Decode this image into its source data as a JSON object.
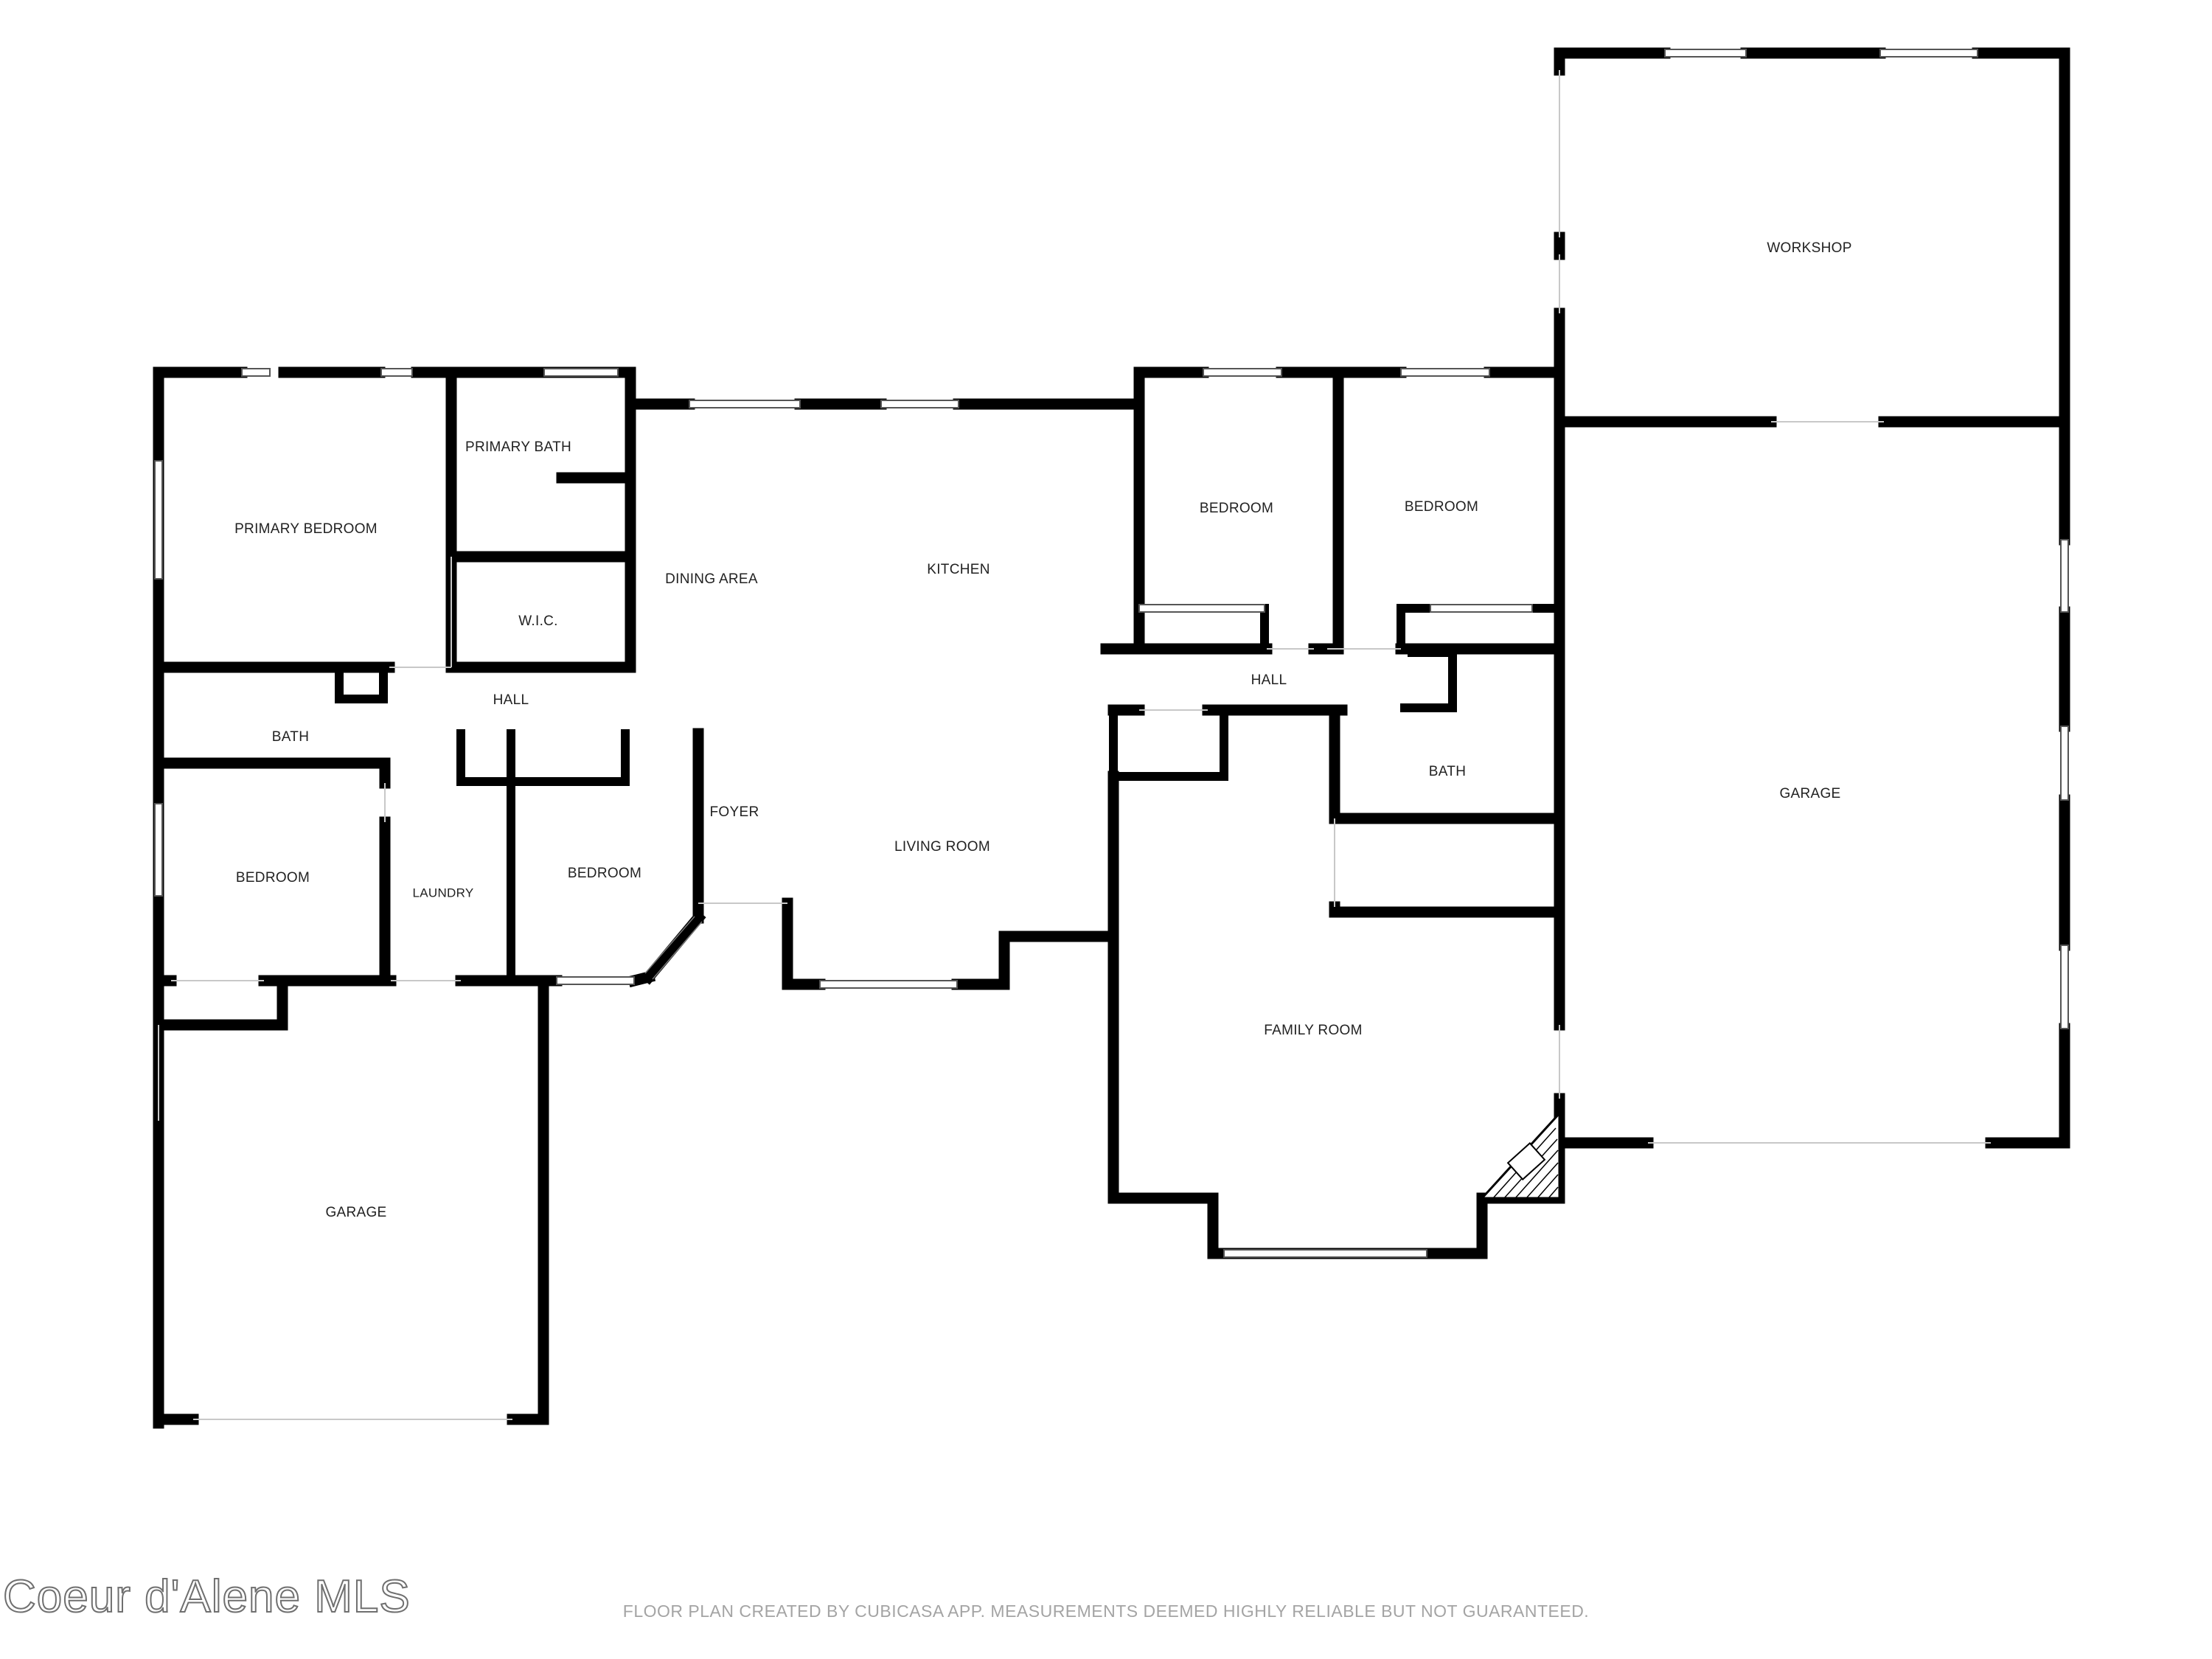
{
  "floor_plan": {
    "rooms": {
      "primary_bedroom": "PRIMARY BEDROOM",
      "primary_bath": "PRIMARY BATH",
      "wic": "W.I.C.",
      "dining_area": "DINING AREA",
      "kitchen": "KITCHEN",
      "hall_west": "HALL",
      "bath_west": "BATH",
      "bedroom_west": "BEDROOM",
      "laundry": "LAUNDRY",
      "bedroom_center": "BEDROOM",
      "foyer": "FOYER",
      "living_room": "LIVING ROOM",
      "garage_west": "GARAGE",
      "bedroom_east_1": "BEDROOM",
      "bedroom_east_2": "BEDROOM",
      "hall_east": "HALL",
      "bath_east": "BATH",
      "family_room": "FAMILY ROOM",
      "workshop": "WORKSHOP",
      "garage_east": "GARAGE"
    }
  },
  "footer": {
    "watermark": "Coeur d'Alene MLS",
    "disclaimer": "FLOOR PLAN CREATED BY CUBICASA APP. MEASUREMENTS DEEMED HIGHLY RELIABLE BUT NOT GUARANTEED."
  }
}
